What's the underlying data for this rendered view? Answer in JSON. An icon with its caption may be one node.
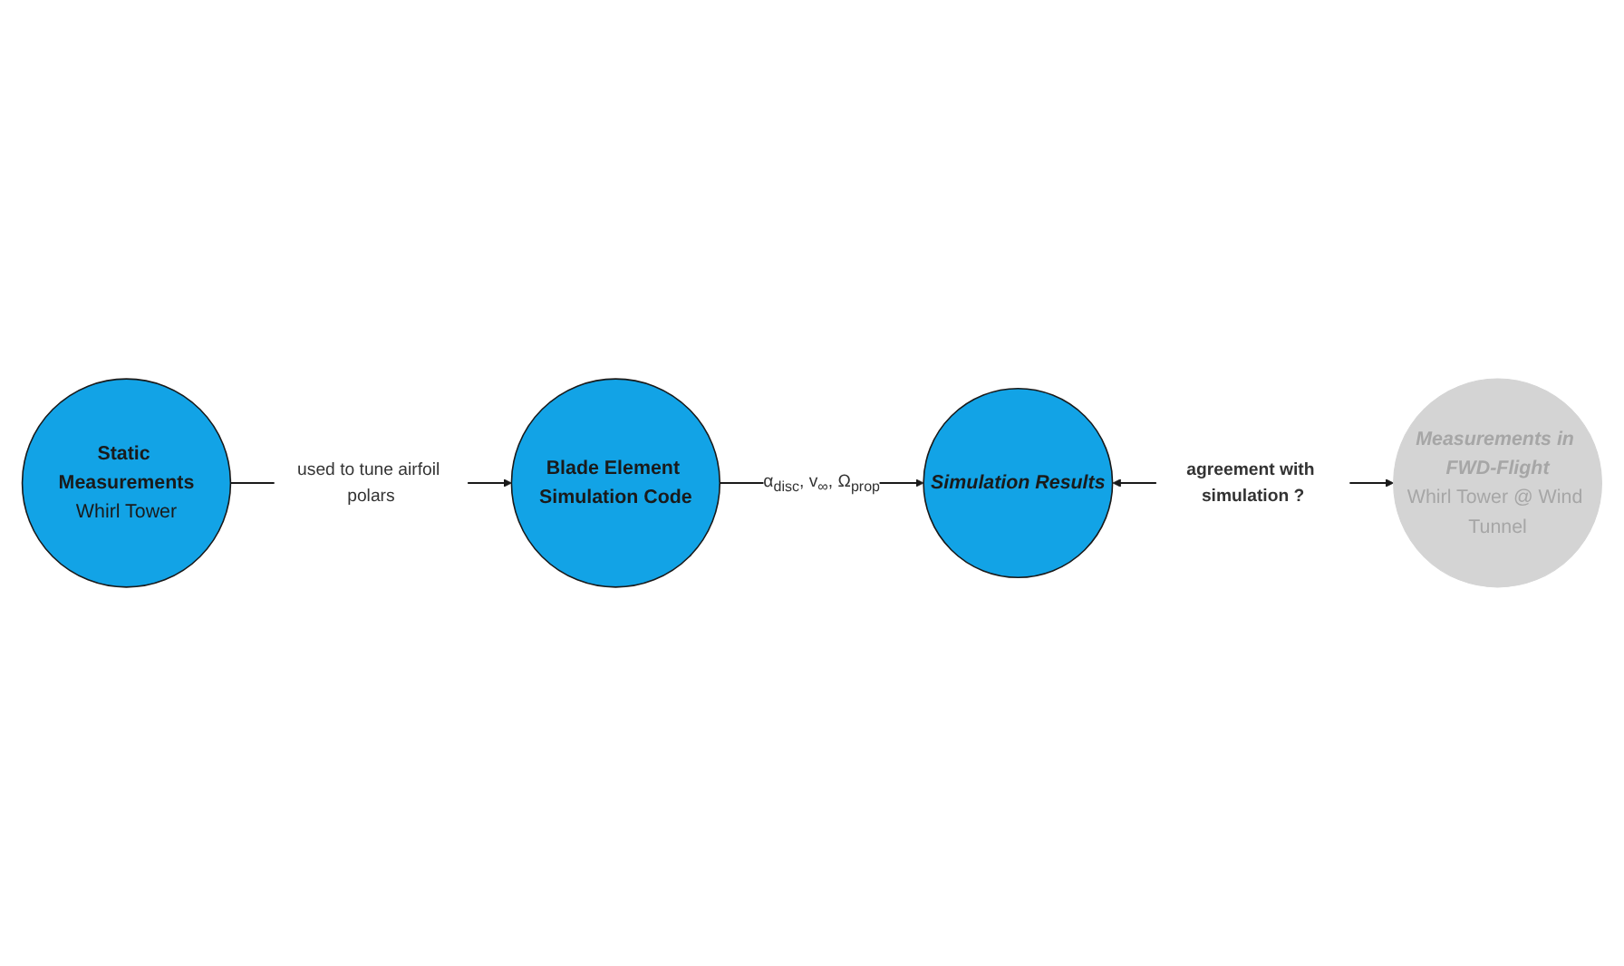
{
  "diagram": {
    "nodes": [
      {
        "text": [
          "Static Measurements",
          "Whirl Tower"
        ]
      },
      {
        "text": [
          "Measurements in FWD-Flight",
          "Whirl Tower @ Wind Tunnel"
        ]
      },
      {
        "text": [
          "Blade Element Simulation Code"
        ]
      },
      {
        "text": [
          "Simulation Results"
        ]
      }
    ],
    "edges": [
      {
        "from": 0,
        "to": 2,
        "arrow": "to",
        "label": "used to tune airfoil polars"
      },
      {
        "from": 2,
        "to": 3,
        "arrow": "to",
        "label": "α$_{disc}$, v$_{∞}$, Ω$_{prop}$"
      },
      {
        "from": 3,
        "to": 1,
        "arrow": "both",
        "label": "agreement with simulation ?"
      }
    ]
  }
}
